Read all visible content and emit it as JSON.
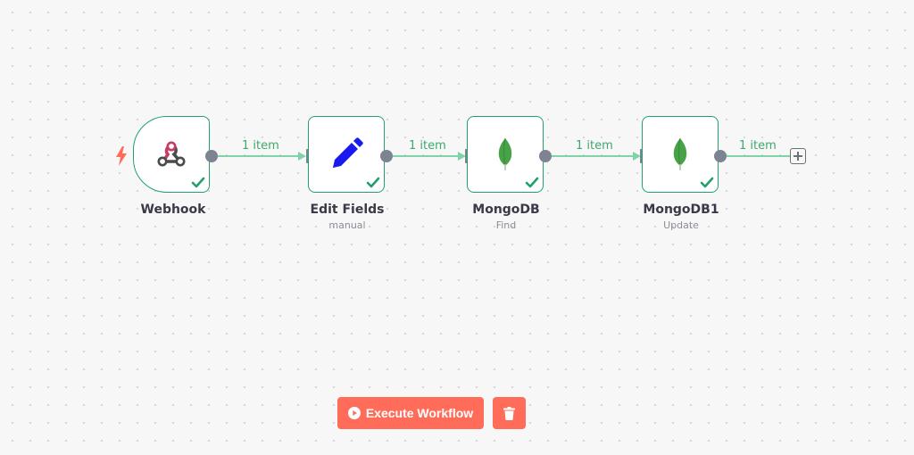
{
  "connections": [
    {
      "label": "1 item"
    },
    {
      "label": "1 item"
    },
    {
      "label": "1 item"
    },
    {
      "label": "1 item"
    }
  ],
  "nodes": [
    {
      "name": "Webhook",
      "subtitle": "",
      "icon": "webhook-icon",
      "status": "success"
    },
    {
      "name": "Edit Fields",
      "subtitle": "manual",
      "icon": "pencil-icon",
      "status": "success"
    },
    {
      "name": "MongoDB",
      "subtitle": "Find",
      "icon": "mongodb-leaf-icon",
      "status": "success"
    },
    {
      "name": "MongoDB1",
      "subtitle": "Update",
      "icon": "mongodb-leaf-icon",
      "status": "success"
    }
  ],
  "toolbar": {
    "execute_label": "Execute Workflow"
  },
  "colors": {
    "accent": "#ff6d5a",
    "success": "#22a06b",
    "connector": "#7fd3a6",
    "handle": "#7e8391",
    "webhook_pink": "#c73a63",
    "pencil_blue": "#1a1af0",
    "mongo_green": "#47a248"
  }
}
